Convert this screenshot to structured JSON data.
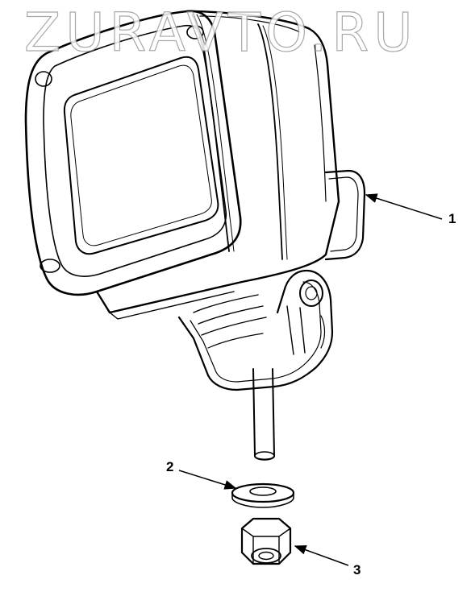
{
  "watermark": {
    "text": "ZURAVTO.RU"
  },
  "callouts": [
    {
      "label": "1",
      "part": "work-lamp-housing"
    },
    {
      "label": "2",
      "part": "washer"
    },
    {
      "label": "3",
      "part": "nut"
    }
  ],
  "colors": {
    "line": "#000000",
    "background": "#ffffff",
    "watermark_outline": "#9a9a9a"
  }
}
